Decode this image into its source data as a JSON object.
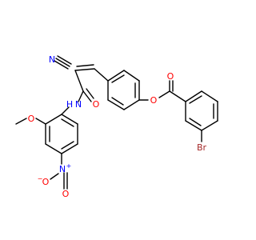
{
  "structure": {
    "atoms": [
      {
        "id": "n-cyano",
        "label": "N",
        "color": "#0000ff"
      },
      {
        "id": "o-amide",
        "label": "O",
        "color": "#ff0000"
      },
      {
        "id": "n-amide",
        "label": "N",
        "color": "#0000ff",
        "suffix": "H"
      },
      {
        "id": "o-methoxy",
        "label": "O",
        "color": "#ff0000"
      },
      {
        "id": "n-nitro",
        "label": "N",
        "color": "#0000ff",
        "charge": "+"
      },
      {
        "id": "o-nitro-1",
        "label": "O",
        "color": "#ff0000",
        "charge": "−"
      },
      {
        "id": "o-nitro-2",
        "label": "O",
        "color": "#ff0000"
      },
      {
        "id": "o-ester",
        "label": "O",
        "color": "#ff0000"
      },
      {
        "id": "o-carbonyl",
        "label": "O",
        "color": "#ff0000"
      },
      {
        "id": "br",
        "label": "Br",
        "color": "#a52a2a"
      }
    ],
    "bond_color": "#000000"
  }
}
